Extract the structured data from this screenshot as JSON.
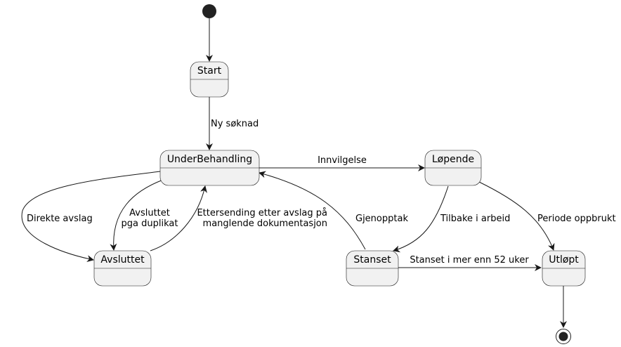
{
  "diagram": {
    "states": {
      "start": "Start",
      "under_behandling": "UnderBehandling",
      "lopende": "Løpende",
      "avsluttet": "Avsluttet",
      "stanset": "Stanset",
      "utlopt": "Utløpt"
    },
    "transitions": {
      "ny_soknad": "Ny søknad",
      "innvilgelse": "Innvilgelse",
      "direkte_avslag": "Direkte avslag",
      "avsluttet_duplikat_line1": "Avsluttet",
      "avsluttet_duplikat_line2": "pga duplikat",
      "ettersending_line1": "Ettersending etter avslag på",
      "ettersending_line2": "manglende dokumentasjon",
      "gjenopptak": "Gjenopptak",
      "tilbake_i_arbeid": "Tilbake i arbeid",
      "periode_oppbrukt": "Periode oppbrukt",
      "stanset_52_uker": "Stanset i mer enn 52 uker"
    }
  }
}
